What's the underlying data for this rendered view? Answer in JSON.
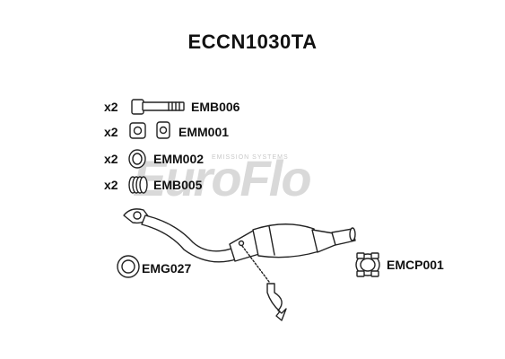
{
  "title": "ECCN1030TA",
  "watermark": {
    "brand": "EuroFlo",
    "tagline": "EMISSION SYSTEMS"
  },
  "parts": [
    {
      "qty": "x2",
      "code": "EMB006",
      "icon": "bolt-icon"
    },
    {
      "qty": "x2",
      "code": "EMM001",
      "icon": "nut-icon"
    },
    {
      "qty": "x2",
      "code": "EMM002",
      "icon": "spring-washer-icon"
    },
    {
      "qty": "x2",
      "code": "EMB005",
      "icon": "spring-icon"
    }
  ],
  "gasket": {
    "code": "EMG027",
    "icon": "gasket-ring-icon"
  },
  "clamp": {
    "code": "EMCP001",
    "icon": "pipe-clamp-icon"
  },
  "colors": {
    "line": "#222222",
    "fill": "#ffffff",
    "watermark": "#d9d9d9",
    "text": "#111111"
  }
}
